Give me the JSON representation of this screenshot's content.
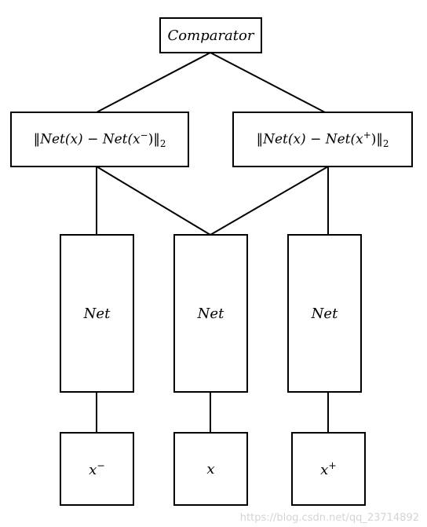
{
  "comparator": {
    "label": "Comparator"
  },
  "distances": [
    {
      "open": "‖",
      "text": "Net(x) − Net(x",
      "sup": "−",
      "close": ")‖",
      "sub": "2"
    },
    {
      "open": "‖",
      "text": "Net(x) − Net(x",
      "sup": "+",
      "close": ")‖",
      "sub": "2"
    }
  ],
  "nets": [
    {
      "label": "Net"
    },
    {
      "label": "Net"
    },
    {
      "label": "Net"
    }
  ],
  "inputs": [
    {
      "base": "x",
      "sup": "−"
    },
    {
      "base": "x",
      "sup": ""
    },
    {
      "base": "x",
      "sup": "+"
    }
  ],
  "watermark": "https://blog.csdn.net/qq_23714892"
}
